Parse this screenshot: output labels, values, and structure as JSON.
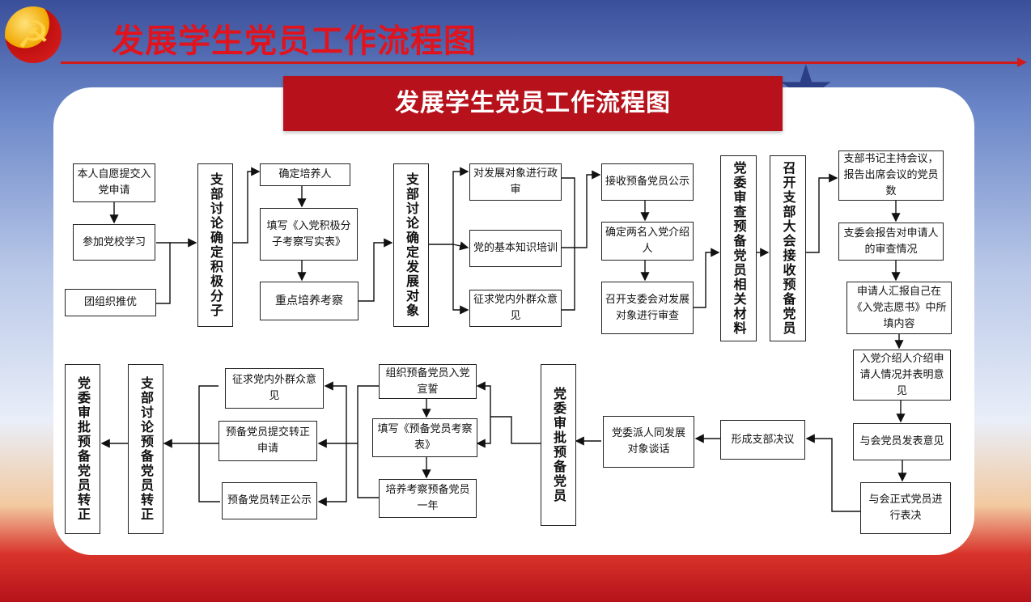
{
  "header": {
    "title": "发展学生党员工作流程图",
    "emblem": "☭"
  },
  "banner": {
    "title": "发展学生党员工作流程图"
  },
  "nodes": {
    "apply": "本人自愿提交入党申请",
    "school": "参加党校学习",
    "league": "团组织推优",
    "v_activist": "支部讨论确定积极分子",
    "trainer": "确定培养人",
    "fill_form": "填写《入党积极分子考察写实表》",
    "key_train": "重点培养考察",
    "v_develop": "支部讨论确定发展对象",
    "political": "对发展对象进行政审",
    "basic_train": "党的基本知识培训",
    "opinions1": "征求党内外群众意见",
    "accept_notice": "接收预备党员公示",
    "two_intro": "确定两名入党介绍人",
    "committee_review": "召开支委会对发展对象进行审查",
    "v_review_materials": "党委审查预备党员相关材料",
    "v_meeting": "召开支部大会接收预备党员",
    "secretary": "支部书记主持会议，报告出席会议的党员数",
    "report_review": "支委会报告对申请人的审查情况",
    "self_report": "申请人汇报自己在《入党志愿书》中所填内容",
    "introducer": "入党介绍人介绍申请人情况并表明意见",
    "members_opinion": "与会党员发表意见",
    "vote": "与会正式党员进行表决",
    "resolution": "形成支部决议",
    "talk": "党委派人同发展对象谈话",
    "v_approve_prob": "党委审批预备党员",
    "oath": "组织预备党员入党宣誓",
    "fill_prob": "填写《预备党员考察表》",
    "train_year": "培养考察预备党员一年",
    "opinions2": "征求党内外群众意见",
    "submit_app": "预备党员提交转正申请",
    "notice2": "预备党员转正公示",
    "v_discuss_full": "支部讨论预备党员转正",
    "v_approve_full": "党委审批预备党员转正"
  },
  "colors": {
    "accent": "#d11a1a",
    "banner": "#b7121b"
  }
}
